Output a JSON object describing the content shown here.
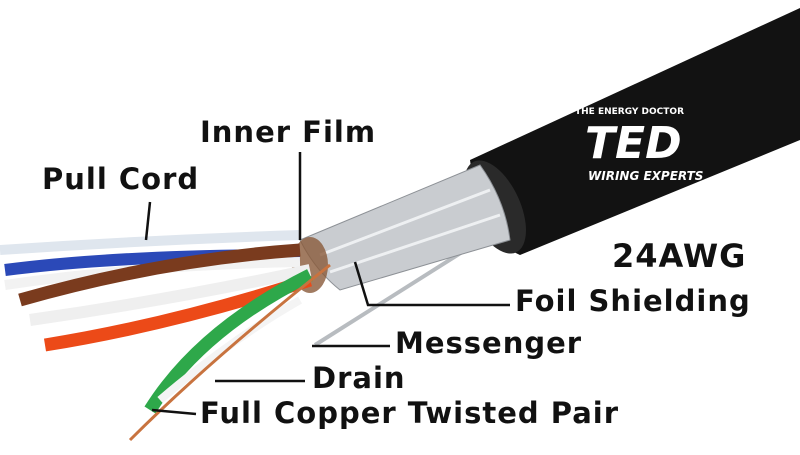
{
  "labels": {
    "inner_film": "Inner Film",
    "pull_cord": "Pull Cord",
    "gauge": "24AWG",
    "foil_shielding": "Foil Shielding",
    "messenger": "Messenger",
    "drain": "Drain",
    "twisted_pair": "Full Copper Twisted Pair"
  },
  "logo": {
    "tagline": "THE ENERGY DOCTOR",
    "brand": "TED",
    "subtitle": "WIRING EXPERTS"
  },
  "colors": {
    "jacket": "#121212",
    "foil": "#c9ccd0",
    "brown": "#7a3b1e",
    "blue": "#2b49b8",
    "orange": "#ec4a18",
    "green": "#2ea84a",
    "copper": "#c8733f"
  }
}
